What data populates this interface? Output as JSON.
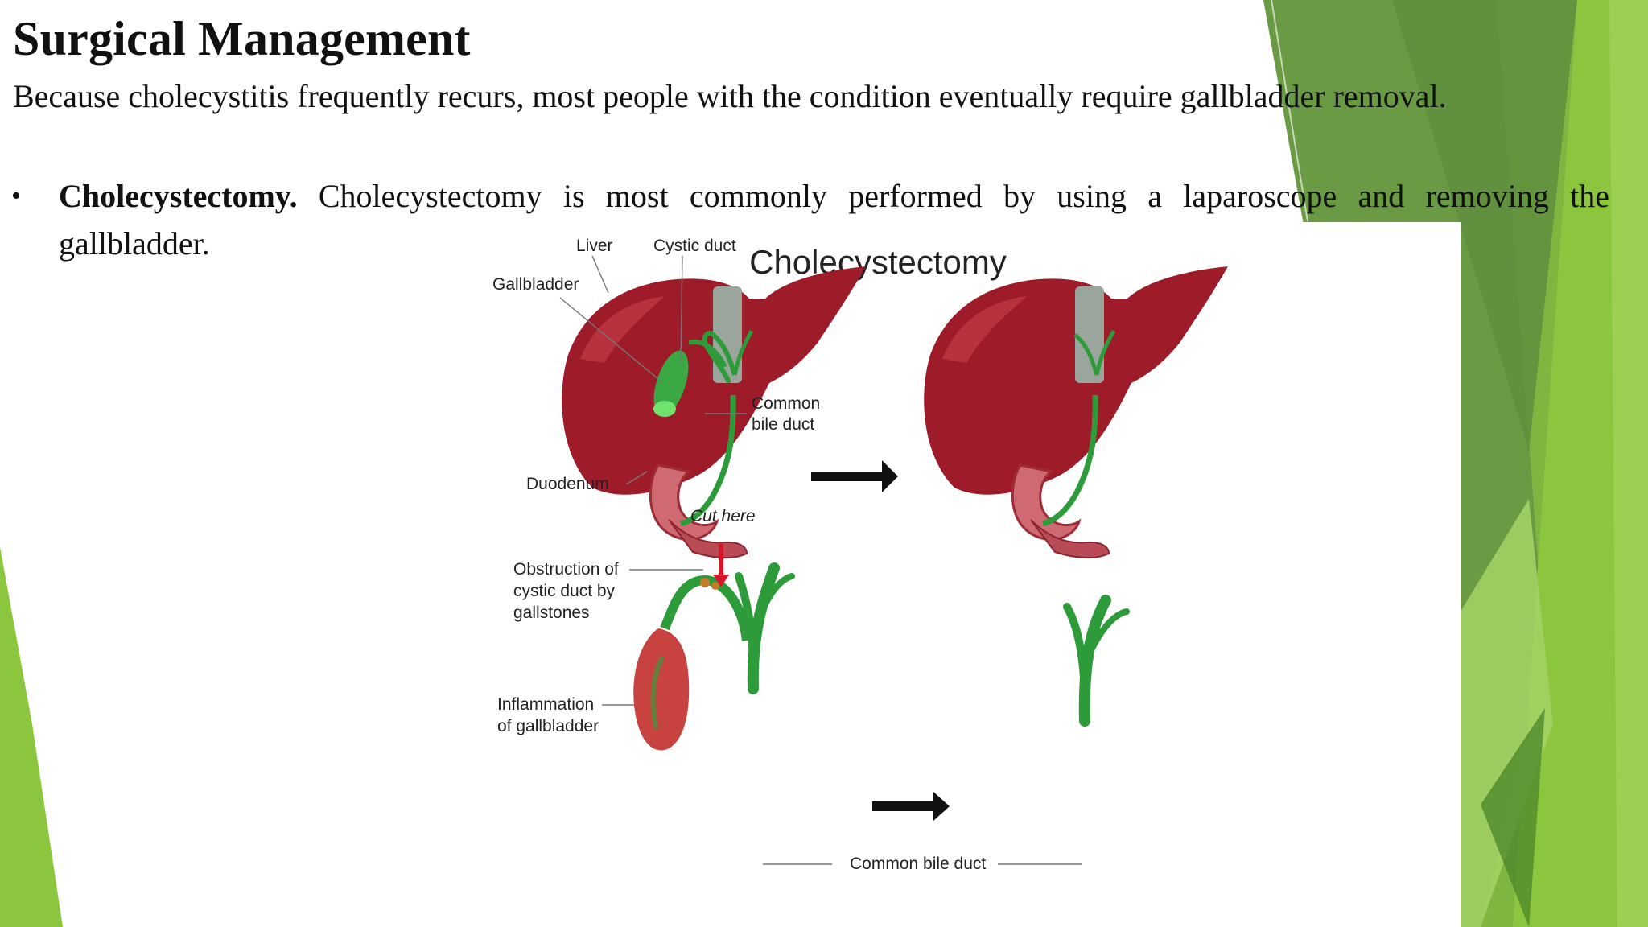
{
  "slide": {
    "title": "Surgical Management",
    "subtitle": "Because cholecystitis frequently recurs, most people with the condition eventually require gallbladder removal.",
    "bullets": [
      {
        "symbol": "•",
        "term": "Cholecystectomy.",
        "text": " Cholecystectomy is most commonly performed by using a laparoscope and removing the gallbladder."
      }
    ]
  },
  "figure": {
    "title": "Cholecystectomy",
    "labels": {
      "liver": "Liver",
      "cystic_duct": "Cystic duct",
      "gallbladder": "Gallbladder",
      "common_bile_duct_line1": "Common",
      "common_bile_duct_line2": "bile duct",
      "duodenum": "Duodenum",
      "cut_here": "Cut here",
      "obstruction_line1": "Obstruction of",
      "obstruction_line2": "cystic duct by",
      "obstruction_line3": "gallstones",
      "inflammation_line1": "Inflammation",
      "inflammation_line2": "of gallbladder",
      "common_bile_duct_bottom": "Common bile duct"
    }
  },
  "colors": {
    "accent_green_light": "#8cc63f",
    "accent_green_mid": "#6fa83a",
    "accent_green_dark": "#4e8a2a",
    "liver_red": "#9e1b2a",
    "duct_green": "#2e9b3a",
    "arrow_red": "#d4182a"
  }
}
